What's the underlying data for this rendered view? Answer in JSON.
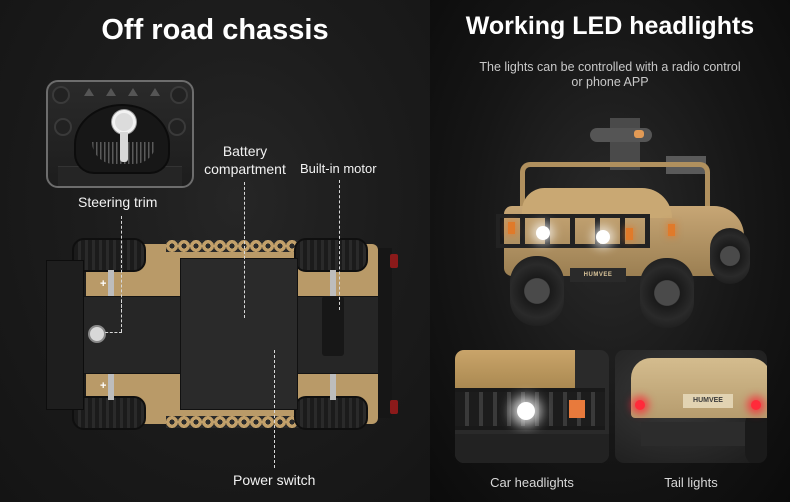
{
  "left_panel": {
    "title": "Off road chassis",
    "callouts": {
      "steering_trim": "Steering trim",
      "battery_line1": "Battery",
      "battery_line2": "compartment",
      "motor": "Built-in motor",
      "power_switch": "Power switch"
    },
    "images": {
      "trim_inset": "steering-trim-closeup",
      "chassis": "chassis-underside-view"
    }
  },
  "right_panel": {
    "title": "Working LED headlights",
    "subtitle_line1": "The lights can be controlled with a radio control",
    "subtitle_line2": "or phone APP",
    "vehicle_badge": "HUMVEE",
    "thumbnails": [
      {
        "caption": "Car headlights"
      },
      {
        "caption": "Tail lights",
        "badge": "HUMVEE"
      }
    ]
  },
  "colors": {
    "background": "#1a1a1a",
    "text": "#ffffff",
    "subtext": "#c8c8c8",
    "tan": "#b99a68",
    "led_white": "#ffffff",
    "tail_red": "#ff2a3a"
  }
}
